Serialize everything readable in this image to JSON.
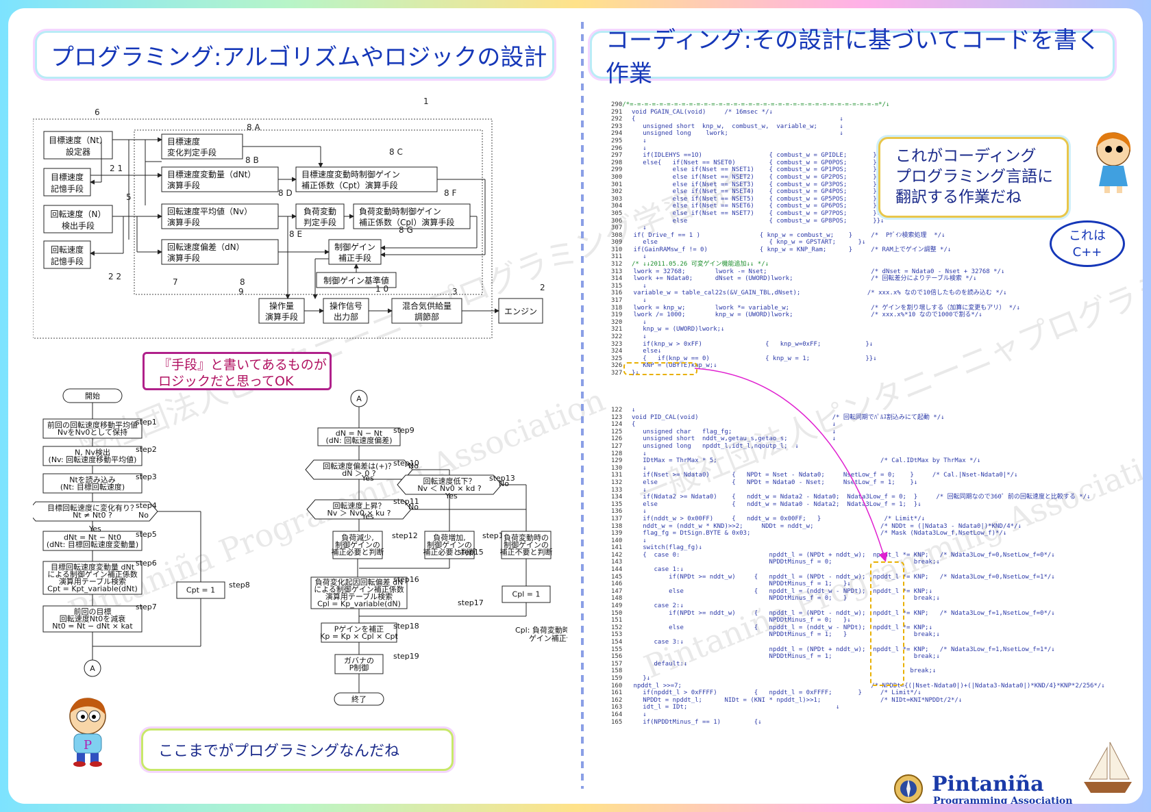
{
  "left_title": "プログラミング:アルゴリズムやロジックの設計",
  "right_title": "コーディング:その設計に基づいてコードを書く作業",
  "watermarks": [
    "一般社団法人ピンタニーニャプログラミング学習協会",
    "Pintaniña Programming Association"
  ],
  "block_diagram": {
    "blocks": [
      {
        "key": "target_speed_setter",
        "line1": "目標速度（Nt）",
        "line2": "設定器"
      },
      {
        "key": "target_speed_memory",
        "line1": "目標速度",
        "line2": "記憶手段"
      },
      {
        "key": "speed_detector",
        "line1": "回転速度（N）",
        "line2": "検出手段"
      },
      {
        "key": "speed_memory",
        "line1": "回転速度",
        "line2": "記憶手段"
      },
      {
        "key": "target_change_judge",
        "line1": "目標速度",
        "line2": "変化判定手段"
      },
      {
        "key": "target_change_calc",
        "line1": "目標速度変動量（dNt）",
        "line2": "演算手段"
      },
      {
        "key": "speed_avg_calc",
        "line1": "回転速度平均値（Nv）",
        "line2": "演算手段"
      },
      {
        "key": "speed_dev_calc",
        "line1": "回転速度偏差（dN）",
        "line2": "演算手段"
      },
      {
        "key": "cpt_calc",
        "line1": "目標速度変動時制御ゲイン",
        "line2": "補正係数（Cpt）演算手段"
      },
      {
        "key": "load_change_judge",
        "line1": "負荷変動",
        "line2": "判定手段"
      },
      {
        "key": "cpl_calc",
        "line1": "負荷変動時制御ゲイン",
        "line2": "補正係数（Cpl）演算手段"
      },
      {
        "key": "gain_correct",
        "line1": "制御ゲイン",
        "line2": "補正手段"
      },
      {
        "key": "gain_base",
        "line1": "制御ゲイン基準値",
        "line2": ""
      },
      {
        "key": "op_amount_calc",
        "line1": "操作量",
        "line2": "演算手段"
      },
      {
        "key": "op_signal_out",
        "line1": "操作信号",
        "line2": "出力部"
      },
      {
        "key": "mixer_supply",
        "line1": "混合気供給量",
        "line2": "調節部"
      },
      {
        "key": "engine",
        "line1": "エンジン",
        "line2": ""
      }
    ],
    "labels": [
      "1",
      "6",
      "2 1",
      "5",
      "2 2",
      "7",
      "8",
      "9",
      "1 0",
      "3",
      "2",
      "8 A",
      "8 B",
      "8 C",
      "8 D",
      "8 E",
      "8 F",
      "8 G"
    ]
  },
  "note_bubble": {
    "line1": "『手段』と書いてあるものが",
    "line2": "ロジックだと思ってOK"
  },
  "flowchart": {
    "start": "開始",
    "end": "終了",
    "connector": "A",
    "yes": "Yes",
    "no": "No",
    "steps": [
      {
        "key": "s1",
        "lines": [
          "前回の回転速度移動平均値",
          "NvをNv0として保持"
        ],
        "label": "step1"
      },
      {
        "key": "s2",
        "lines": [
          "N, Nv検出",
          "(Nv: 回転速度移動平均値)"
        ],
        "label": "step2"
      },
      {
        "key": "s3",
        "lines": [
          "Ntを読み込み",
          "(Nt: 目標回転速度)"
        ],
        "label": "step3"
      },
      {
        "key": "s4",
        "lines": [
          "目標回転速度に変化有り？",
          "Nt ≠ Nt0 ?"
        ],
        "label": "step4"
      },
      {
        "key": "s5",
        "lines": [
          "dNt = Nt − Nt0",
          "(dNt: 目標回転速度変動量)"
        ],
        "label": "step5"
      },
      {
        "key": "s6",
        "lines": [
          "目標回転速度変動量 dNt",
          "による制御ゲイン補正係数",
          "演算用テーブル検索",
          "Cpt = Kpt_variable(dNt)"
        ],
        "label": "step6"
      },
      {
        "key": "s7",
        "lines": [
          "前回の目標",
          "回転速度Nt0を減衰",
          "Nt0 = Nt − dNt × kat"
        ],
        "label": "step7"
      },
      {
        "key": "s8",
        "lines": [
          "Cpt = 1"
        ],
        "label": "step8"
      },
      {
        "key": "s9",
        "lines": [
          "dN = N − Nt",
          "(dN: 回転速度偏差)"
        ],
        "label": "step9"
      },
      {
        "key": "s10",
        "lines": [
          "回転速度偏差は(+)？",
          "dN ＞ 0 ?"
        ],
        "label": "step10"
      },
      {
        "key": "s11",
        "lines": [
          "回転速度上昇？",
          "Nv ＞ Nv0 × ku ?"
        ],
        "label": "step11"
      },
      {
        "key": "s12",
        "lines": [
          "負荷減少,",
          "制御ゲインの",
          "補正必要と判断"
        ],
        "label": "step12"
      },
      {
        "key": "s13",
        "lines": [
          "回転速度低下？",
          "Nv ＜ Nv0 × kd ?"
        ],
        "label": "step13"
      },
      {
        "key": "s14",
        "lines": [
          "負荷増加,",
          "制御ゲインの",
          "補正必要と判断"
        ],
        "label": "step14"
      },
      {
        "key": "s15",
        "lines": [
          "負荷変動時の",
          "制御ゲインの",
          "補正不要と判断"
        ],
        "label": "step15"
      },
      {
        "key": "s16",
        "lines": [
          "負荷変化起因回転偏差 dN",
          "による制御ゲイン補正係数",
          "演算用テーブル検索",
          "Cpl = Kp_variable(dN)"
        ],
        "label": "step16"
      },
      {
        "key": "s17",
        "lines": [
          "Cpl = 1"
        ],
        "label": "step17"
      },
      {
        "key": "s18",
        "lines": [
          "Pゲインを補正",
          "Kp = Kp × Cpl × Cpt"
        ],
        "label": "step18"
      },
      {
        "key": "s19",
        "lines": [
          "ガバナの",
          "P制御"
        ],
        "label": "step19"
      }
    ],
    "cpl_note": [
      "Cpl: 負荷変動時制御",
      "ゲイン補正係数"
    ]
  },
  "speech_left": "ここまでがプログラミングなんだね",
  "speech_right": {
    "line1": "これがコーディング",
    "line2": "プログラミング言語に",
    "line3": "翻訳する作業だね"
  },
  "cpp_bubble": {
    "line1": "これは",
    "line2": "C++"
  },
  "code_top": [
    {
      "n": "290",
      "t": "/*=-=-=-=-=-=-=-=-=-=-=-=-=-=-=-=-=-=-=-=-=-=-=-=-=-=-=-=-=-=-=-=-=-=*/↓",
      "c": true
    },
    {
      "n": "291",
      "t": "void PGAIN_CAL(void)     /* 16msec */↓"
    },
    {
      "n": "292",
      "t": "{                                                       ↓"
    },
    {
      "n": "293",
      "t": "   unsigned short  knp_w,  combust_w,  variable_w;      ↓"
    },
    {
      "n": "294",
      "t": "   unsigned long    lwork;                              ↓"
    },
    {
      "n": "295",
      "t": "   ↓"
    },
    {
      "n": "296",
      "t": "   ↓"
    },
    {
      "n": "297",
      "t": "   if(IDLEHYS ==1O)                  { combust_w = GPIDLE;       }↓"
    },
    {
      "n": "298",
      "t": "   else{   if(Nset == NSET0)         { combust_w = GP0POS;       }↓"
    },
    {
      "n": "299",
      "t": "           else if(Nset == NSET1)    { combust_w = GP1POS;       }↓"
    },
    {
      "n": "300",
      "t": "           else if(Nset == NSET2)    { combust_w = GP2POS;       }↓"
    },
    {
      "n": "301",
      "t": "           else if(Nset == NSET3)    { combust_w = GP3POS;       }↓"
    },
    {
      "n": "302",
      "t": "           else if(Nset == NSET4)    { combust_w = GP4POS;       }↓"
    },
    {
      "n": "303",
      "t": "           else if(Nset == NSET5)    { combust_w = GP5POS;       }↓"
    },
    {
      "n": "304",
      "t": "           else if(Nset == NSET6)    { combust_w = GP6POS;       }↓"
    },
    {
      "n": "305",
      "t": "           else if(Nset == NSET7)    { combust_w = GP7POS;       }↓"
    },
    {
      "n": "306",
      "t": "           else                      { combust_w = GP8POS;       }}↓"
    },
    {
      "n": "307",
      "t": "   ↓"
    },
    {
      "n": "308",
      "t": "   if( Drive_f == 1 )                { knp_w = combust_w;    }     /*  Pｹﾞｲﾝ検索処理  */↓"
    },
    {
      "n": "309",
      "t": "   else                              { knp_w = GPSTART;      }↓"
    },
    {
      "n": "310",
      "t": "   if(GainRAMsw_f != 0)              { knp_w = KNP_Ram;      }     /* RAM上でゲイン調整 */↓"
    },
    {
      "n": "311",
      "t": "   ↓"
    },
    {
      "n": "312",
      "t": "/* ↓↓2011.05.26 可変ゲイン機能追加↓↓ */↓",
      "c": true
    },
    {
      "n": "313",
      "t": "   lwork = 32768;        lwork -= Nset;                            /* dNset = Ndata0 - Nset + 32768 */↓"
    },
    {
      "n": "314",
      "t": "   lwork += Ndata0;      dNset = (UWORD)lwork;                     /* 回転差分によりテーブル検索 */↓"
    },
    {
      "n": "315",
      "t": "   ↓"
    },
    {
      "n": "316",
      "t": "   variable_w = table_cal22s(&V_GAIN_TBL,dNset);                  /* xxx.x% なので10倍したものを読み込む */↓"
    },
    {
      "n": "317",
      "t": "   ↓"
    },
    {
      "n": "318",
      "t": "   lwork = knp_w;        lwork *= variable_w;                      /* ゲインを割り増しする（加算に変更もアリ） */↓"
    },
    {
      "n": "319",
      "t": "   lwork /= 1000;        knp_w = (UWORD)lwork;                     /* xxx.x%*10 なので1000で割る*/↓"
    },
    {
      "n": "320",
      "t": "   ↓"
    },
    {
      "n": "321",
      "t": "   knp_w = (UWORD)lwork;↓"
    },
    {
      "n": "322",
      "t": "   ↓"
    },
    {
      "n": "323",
      "t": "   if(knp_w > 0xFF)                 {   knp_w=0xFF;            }↓"
    },
    {
      "n": "324",
      "t": "   else↓"
    },
    {
      "n": "325",
      "t": "   {   if(knp_w == 0)               { knp_w = 1;               }}↓"
    },
    {
      "n": "326",
      "t": "   KNP = (UBYTE)knp_w;↓"
    },
    {
      "n": "327",
      "t": "}↓"
    }
  ],
  "code_bottom": [
    {
      "n": "122",
      "t": "↓"
    },
    {
      "n": "123",
      "t": "void PID_CAL(void)                                    /* 回転同期でﾊﾟﾙｽ割込みにて起動 */↓"
    },
    {
      "n": "124",
      "t": "{                                                     ↓"
    },
    {
      "n": "125",
      "t": "   unsigned char   flag_fg;                           ↓"
    },
    {
      "n": "126",
      "t": "   unsigned short  nddt_w,getau_s,getao_s;            ↓"
    },
    {
      "n": "127",
      "t": "   unsigned long   npddt_l,idt_l,nqoutp_l;  ↓"
    },
    {
      "n": "128",
      "t": "   ↓"
    },
    {
      "n": "129",
      "t": "   IDtMax = ThrMax * 5;                                            /* Cal.IDtMax by ThrMax */↓"
    },
    {
      "n": "130",
      "t": "   ↓"
    },
    {
      "n": "131",
      "t": "   if(Nset >= Ndata0)      {   NPDt = Nset - Ndata0;     NsetLow_f = 0;    }     /* Cal.|Nset-Ndata0|*/↓"
    },
    {
      "n": "132",
      "t": "   else                    {   NPDt = Ndata0 - Nset;     NsetLow_f = 1;    }↓"
    },
    {
      "n": "133",
      "t": "   ↓"
    },
    {
      "n": "134",
      "t": "   if(Ndata2 >= Ndata0)    {   nddt_w = Ndata2 - Ndata0;  Ndata3Low_f = 0;  }     /* 回転同期なので360゜前の回転速度と比較する */↓"
    },
    {
      "n": "135",
      "t": "   else                    {   nddt_w = Ndata0 - Ndata2;  Ndata3Low_f = 1;  }↓"
    },
    {
      "n": "136",
      "t": "   ↓"
    },
    {
      "n": "137",
      "t": "   if(nddt_w > 0x00FF)     {   nddt_w = 0x00FF;   }                 /* Limit*/↓"
    },
    {
      "n": "138",
      "t": "   nddt_w = (nddt_w * KND)>>2;     NDDt = nddt_w;                  /* NDDt = (|Ndata3 - Ndata0|)*KND/4*/↓"
    },
    {
      "n": "139",
      "t": "   flag_fg = DtSign.BYTE & 0x03;                                   /* Mask (Ndata3Low_f,NsetLow_f)*/↓"
    },
    {
      "n": "140",
      "t": "   ↓"
    },
    {
      "n": "141",
      "t": "   switch(flag_fg)↓"
    },
    {
      "n": "142",
      "t": "   {  case 0:                        npddt_l = (NPDt + nddt_w);  npddt_l *= KNP;   /* Ndata3Low_f=0,NsetLow_f=0*/↓"
    },
    {
      "n": "143",
      "t": "                                     NPDDtMinus_f = 0;                      break;↓"
    },
    {
      "n": "144",
      "t": "      case 1:↓"
    },
    {
      "n": "145",
      "t": "          if(NPDt >= nddt_w)     {   npddt_l = (NPDt - nddt_w);  npddt_l *= KNP;   /* Ndata3Low_f=0,NsetLow_f=1*/↓"
    },
    {
      "n": "146",
      "t": "                                     NPDDtMinus_f = 1;   }↓"
    },
    {
      "n": "147",
      "t": "          else                   {   npddt_l = (nddt_w - NPDt);  npddt_l *= KNP;↓"
    },
    {
      "n": "148",
      "t": "                                     NPDDtMinus_f = 0;   }                  break;↓"
    },
    {
      "n": "149",
      "t": "      case 2:↓"
    },
    {
      "n": "150",
      "t": "          if(NPDt >= nddt_w)     {   npddt_l = (NPDt - nddt_w);  npddt_l *= KNP;   /* Ndata3Low_f=1,NsetLow_f=0*/↓"
    },
    {
      "n": "151",
      "t": "                                     NPDDtMinus_f = 0;   }↓"
    },
    {
      "n": "152",
      "t": "          else                   {   npddt_l = (nddt_w - NPDt);  npddt_l *= KNP;↓"
    },
    {
      "n": "153",
      "t": "                                     NPDDtMinus_f = 1;   }                  break;↓"
    },
    {
      "n": "154",
      "t": "      case 3:↓"
    },
    {
      "n": "155",
      "t": "                                     npddt_l = (NPDt + nddt_w);  npddt_l *= KNP;   /* Ndata3Low_f=1,NsetLow_f=1*/↓"
    },
    {
      "n": "156",
      "t": "                                     NPDDtMinus_f = 1;                      break;↓"
    },
    {
      "n": "157",
      "t": "      default:↓"
    },
    {
      "n": "158",
      "t": "                                                                           break;↓"
    },
    {
      "n": "159",
      "t": "   }↓"
    },
    {
      "n": "160",
      "t": "   npddt_l >>=7;                                                   /* NPDDt={(|Nset-Ndata0|)+(|Ndata3-Ndata0|)*KND/4}*KNP*2/256*/↓"
    },
    {
      "n": "161",
      "t": "   if(npddt_l > 0xFFFF)          {   npddt_l = 0xFFFF;       }     /* Limit*/↓"
    },
    {
      "n": "162",
      "t": "   NPDDt = npddt_l;      NIDt = (KNI * npddt_l)>>1;                /* NIDt=KNI*NPDDt/2*/↓"
    },
    {
      "n": "163",
      "t": "   idt_l = IDt;                                        ↓"
    },
    {
      "n": "164",
      "t": "   ↓"
    },
    {
      "n": "165",
      "t": "   if(NPDDtMinus_f == 1)         {↓"
    }
  ],
  "logo": {
    "name": "Pintaniña",
    "sub": "Programming Association"
  },
  "colors": {
    "title_text": "#1537b8",
    "note_border": "#b0208a",
    "note_text": "#b01060",
    "highlight": "#e8b000",
    "arrow": "#e020d0",
    "code_text": "#2b39a8",
    "code_comment": "#1e8f2e"
  }
}
